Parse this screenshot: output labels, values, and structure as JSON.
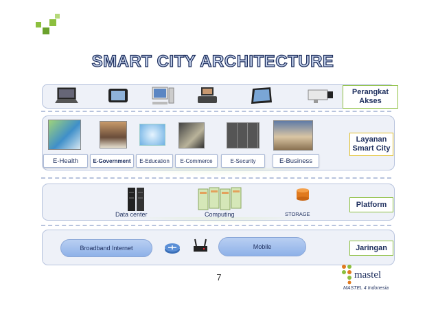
{
  "title": "SMART CITY ARCHITECTURE",
  "layers": {
    "access": {
      "label": "Perangkat\nAkses"
    },
    "services": {
      "label": "Layanan\nSmart City",
      "items": [
        "E-Health",
        "E-Government",
        "E-Education",
        "E-Commerce",
        "E-Security",
        "E-Business"
      ]
    },
    "platform": {
      "label": "Platform",
      "items": [
        "Data center",
        "Computing",
        "STORAGE"
      ]
    },
    "network": {
      "label": "Jaringan",
      "items": [
        "Broadband Internet",
        "Mobile"
      ]
    }
  },
  "devices": [
    "laptop-icon",
    "tablet-icon",
    "desktop-computer-icon",
    "video-phone-icon",
    "touch-tablet-icon",
    "cctv-camera-icon"
  ],
  "page_number": "7",
  "logo": {
    "name": "mastel",
    "tagline": "MASTEL 4 Indonesia"
  },
  "colors": {
    "navy": "#1e2f5e",
    "band": "#eef1f8",
    "green": "#8cbf3e",
    "yellow": "#e1c02b"
  }
}
